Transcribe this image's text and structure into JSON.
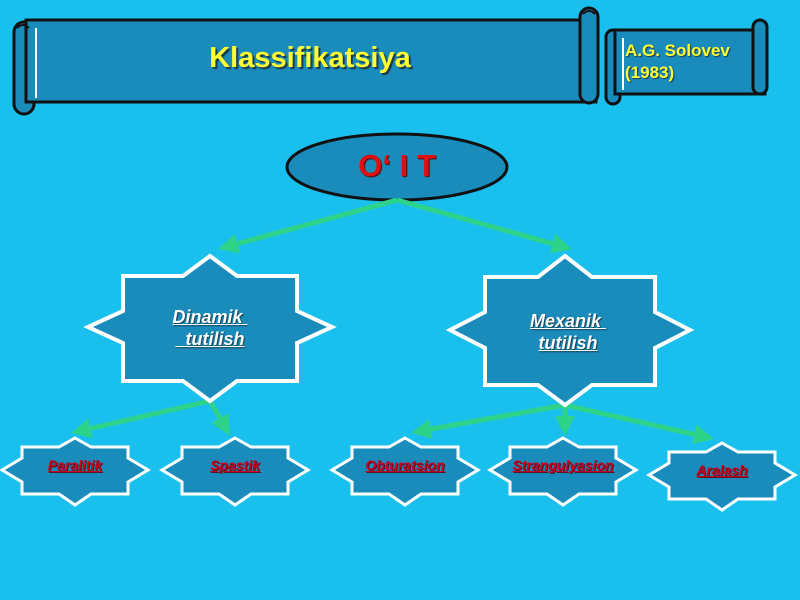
{
  "header": {
    "title": "Klassifikatsiya",
    "author_line1": "A.G. Solovev",
    "author_line2": "(1983)"
  },
  "root": {
    "label": "O‘ I T"
  },
  "categories": [
    {
      "label": "Dinamik \n  tutilish"
    },
    {
      "label": "Mexanik \ntutilish"
    }
  ],
  "types": [
    {
      "label": "Paralitik",
      "parent": 0
    },
    {
      "label": "Spastik",
      "parent": 0
    },
    {
      "label": "Obturatsion",
      "parent": 1
    },
    {
      "label": "Strangulyasion",
      "parent": 1
    },
    {
      "label": "Aralash",
      "parent": 1
    }
  ],
  "colors": {
    "background": "#19c0ee",
    "shape_fill": "#1a8cbc",
    "arrow": "#2ed38a",
    "title_text": "#ffff33",
    "root_text": "#e01010",
    "category_text": "#ffffff",
    "type_text": "#c8001e"
  }
}
